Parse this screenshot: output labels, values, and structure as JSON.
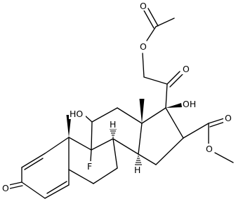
{
  "labels": {
    "acetyl_carbonyl_o": "O",
    "ester_o": "O",
    "ketone_o": "O",
    "oh_11": "HO",
    "oh_17": "OH",
    "fluorine": "F",
    "h_8": "H",
    "h_14": "H",
    "enone_o": "O",
    "ester_carbonyl_o": "O",
    "methoxy_o": "O"
  }
}
